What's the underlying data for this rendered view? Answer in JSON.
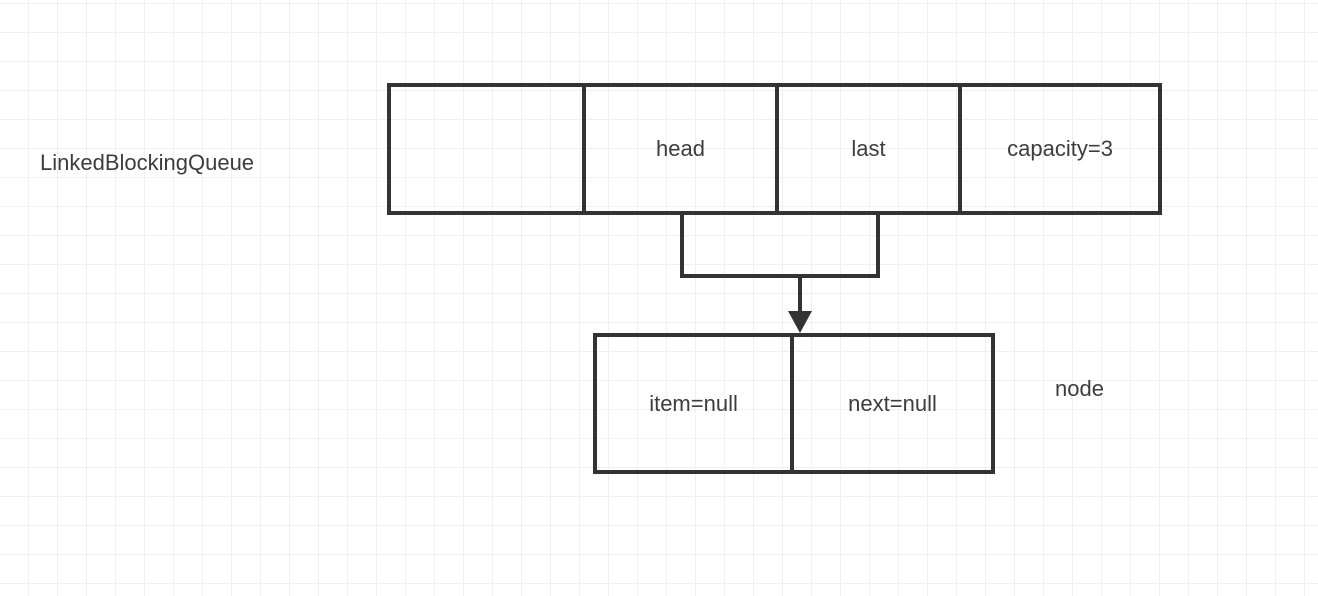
{
  "diagram": {
    "title_label": "LinkedBlockingQueue",
    "node_label": "node",
    "stroke_color": "#333333",
    "text_color": "#3d3d3d",
    "grid_color": "#f0f0f0",
    "background_color": "#ffffff",
    "queue_box": {
      "name": "LinkedBlockingQueue",
      "cells": [
        {
          "label": ""
        },
        {
          "label": "head"
        },
        {
          "label": "last"
        },
        {
          "label": "capacity=3"
        }
      ]
    },
    "node_box": {
      "name": "node",
      "cells": [
        {
          "label": "item=null"
        },
        {
          "label": "next=null"
        }
      ]
    },
    "connectors": [
      {
        "from": "head",
        "to": "node",
        "style": "orthogonal-merge"
      },
      {
        "from": "last",
        "to": "node",
        "style": "orthogonal-merge"
      }
    ]
  }
}
